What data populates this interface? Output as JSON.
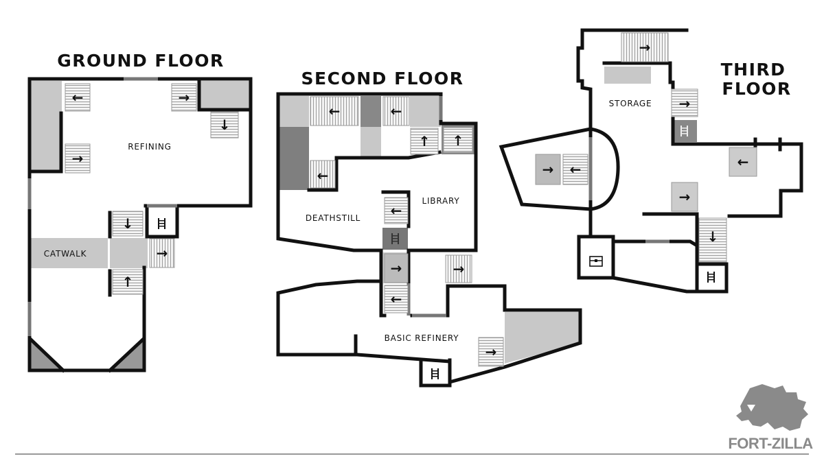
{
  "floors": {
    "ground": {
      "title": "GROUND FLOOR",
      "rooms": {
        "refining": "REFINING",
        "catwalk": "CATWALK"
      }
    },
    "second": {
      "title": "SECOND FLOOR",
      "rooms": {
        "deathstill": "DEATHSTILL",
        "library": "LIBRARY",
        "basic_refinery": "BASIC REFINERY"
      }
    },
    "third": {
      "title_line1": "THIRD",
      "title_line2": "FLOOR",
      "rooms": {
        "storage": "STORAGE"
      }
    }
  },
  "icons": {
    "arrow_right": "→",
    "arrow_left": "←",
    "arrow_up": "↑",
    "arrow_down": "↓",
    "ladder": "ladder-icon",
    "chest": "chest-icon"
  },
  "brand": {
    "name": "FORT-ZILLA",
    "logo": "godzilla-head-logo"
  },
  "colors": {
    "wall": "#111111",
    "floor": "#ffffff",
    "shade_light": "#c8c8c8",
    "shade_dark": "#888888",
    "brand": "#8a8a8a"
  }
}
